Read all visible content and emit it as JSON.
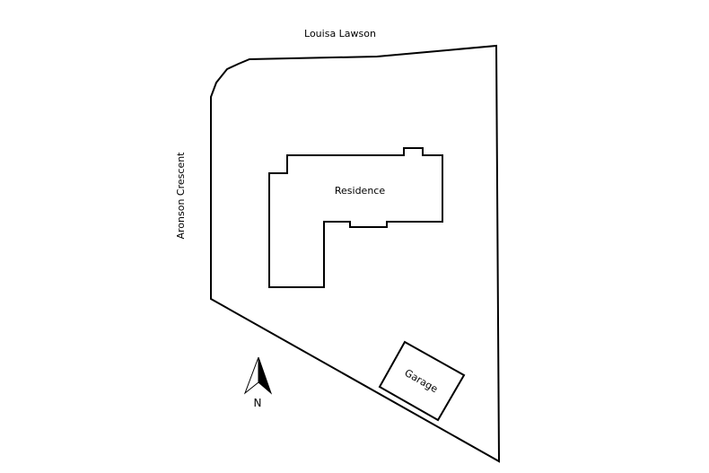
{
  "streets": {
    "north": "Louisa Lawson",
    "west": "Aronson Crescent"
  },
  "buildings": {
    "residence": "Residence",
    "garage": "Garage"
  },
  "north_arrow": {
    "label": "N"
  }
}
